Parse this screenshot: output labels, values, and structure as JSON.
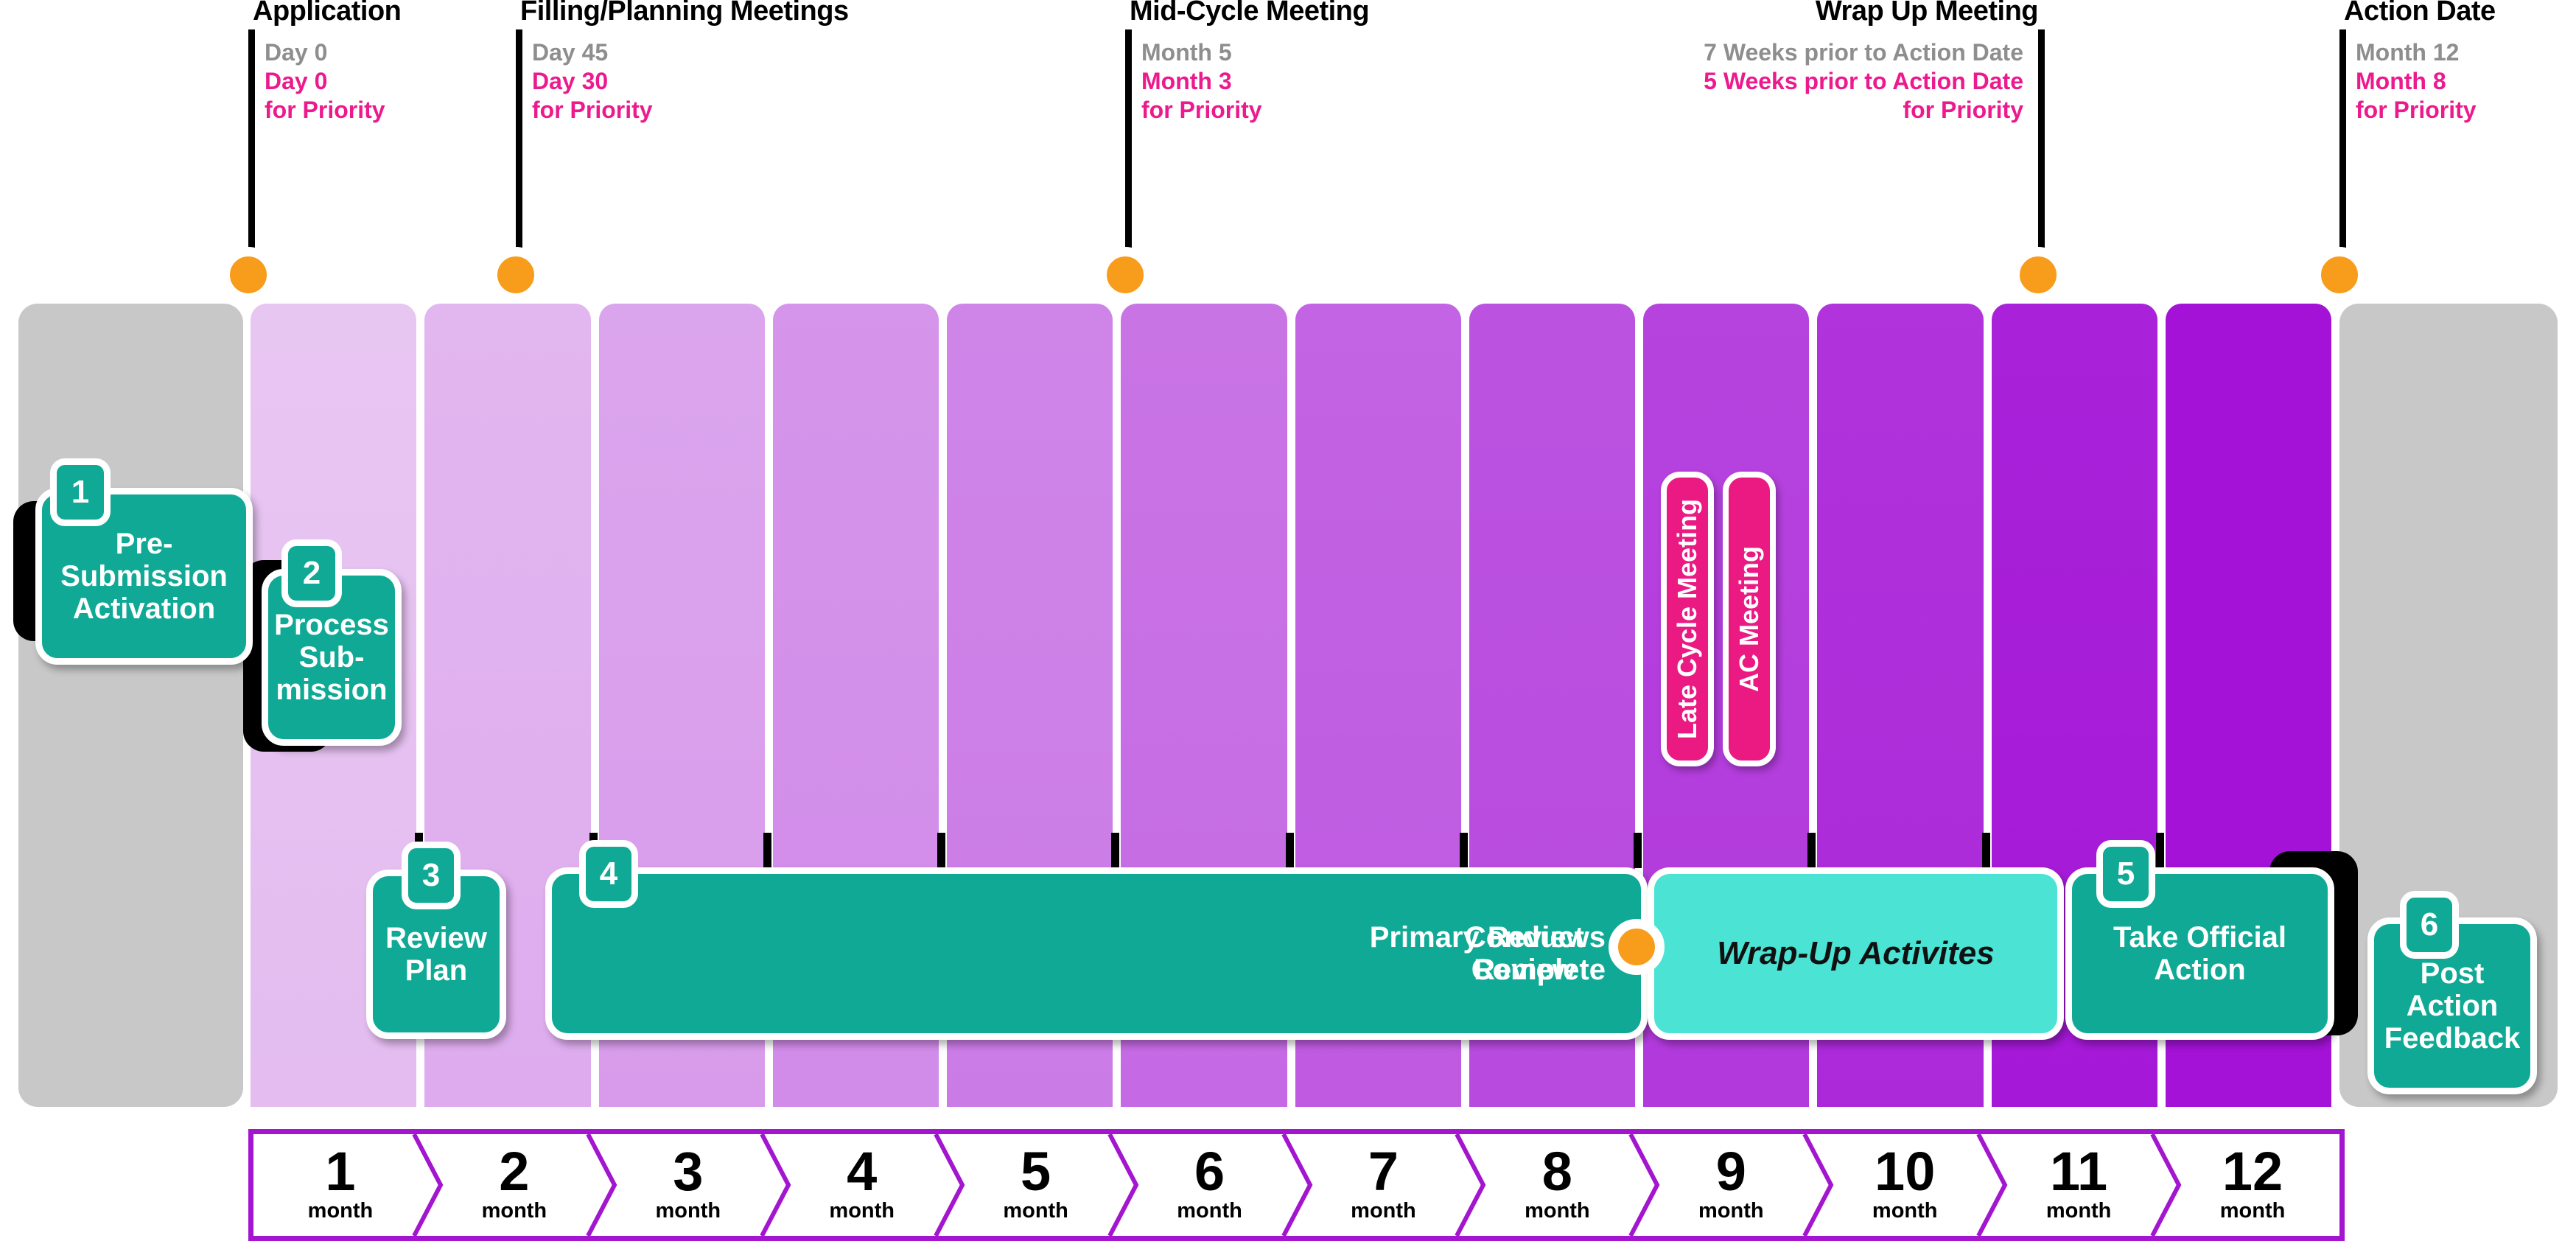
{
  "milestones": [
    {
      "title": "Application",
      "standard": "Day 0",
      "priority": "Day 0",
      "priority_note": "for Priority",
      "align": "left"
    },
    {
      "title": "Filling/Planning Meetings",
      "standard": "Day 45",
      "priority": "Day 30",
      "priority_note": "for Priority",
      "align": "left"
    },
    {
      "title": "Mid-Cycle Meeting",
      "standard": "Month 5",
      "priority": "Month 3",
      "priority_note": "for Priority",
      "align": "left"
    },
    {
      "title": "Wrap Up Meeting",
      "standard": "7 Weeks prior to Action Date",
      "priority": "5 Weeks prior to Action Date",
      "priority_note": "for Priority",
      "align": "right"
    },
    {
      "title": "Action Date",
      "standard": "Month 12",
      "priority": "Month 8",
      "priority_note": "for Priority",
      "align": "left"
    }
  ],
  "steps": [
    {
      "number": "1",
      "label": "Pre-Submission Activation"
    },
    {
      "number": "2",
      "label": "Process Sub-mission"
    },
    {
      "number": "3",
      "label": "Review Plan"
    },
    {
      "number": "4",
      "label": "Conduct Review"
    },
    {
      "number": "5",
      "label": "Take Official Action"
    },
    {
      "number": "6",
      "label": "Post Action Feedback"
    }
  ],
  "bar_notes": {
    "primary_reviews_complete": "Primary Reviews Complete",
    "wrap_up_activities": "Wrap-Up Activites"
  },
  "meetings": [
    {
      "label": "Late Cycle Meeting"
    },
    {
      "label": "AC Meeting"
    }
  ],
  "scale": {
    "unit": "month",
    "months": [
      "1",
      "2",
      "3",
      "4",
      "5",
      "6",
      "7",
      "8",
      "9",
      "10",
      "11",
      "12"
    ]
  },
  "colors": {
    "teal": "#0fa995",
    "teal_light": "#4ae3d4",
    "pink": "#ea1a82",
    "magenta_text": "#ec1a8d",
    "grey_text": "#8e8e8e",
    "orange_marker": "#f89c1c",
    "scale_border": "#a315cf",
    "grey_panel": "#c8c8c8",
    "band_start": "#e8c6f2",
    "band_end": "#a312d6"
  }
}
